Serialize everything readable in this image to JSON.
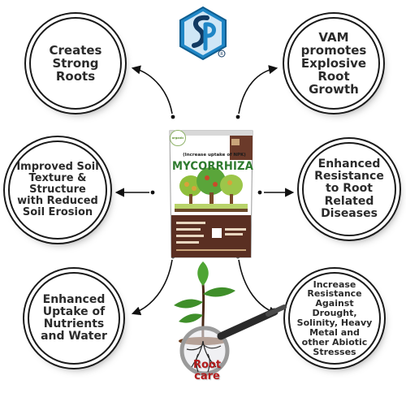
{
  "brand": {
    "logo_icon": "sp-hexagon-logo",
    "logo_colors": {
      "hexagon": "#1f86c6",
      "letters": "#123a63"
    }
  },
  "product": {
    "subtitle": "(Increase uptake of NPK)",
    "name": "MYCORRHIZA",
    "badge": "organic",
    "accent_color": "#2e7a2e",
    "pouch_color": "#6b3a2a"
  },
  "benefits": {
    "top_left": "Creates Strong Roots",
    "top_right": "VAM promotes Explosive Root Growth",
    "middle_left": "Improved Soil Texture & Structure with Reduced Soil Erosion",
    "middle_right": "Enhanced Resistance to Root Related Diseases",
    "bottom_left": "Enhanced Uptake of Nutrients and Water",
    "bottom_right": "Increase Resistance Against Drought, Solinity, Heavy Metal and other Abiotic Stresses"
  },
  "footer_image": {
    "label_line1": "Root",
    "label_line2": "care",
    "label_color": "#b31c1c",
    "icon": "magnifier-over-plant-roots-icon"
  }
}
